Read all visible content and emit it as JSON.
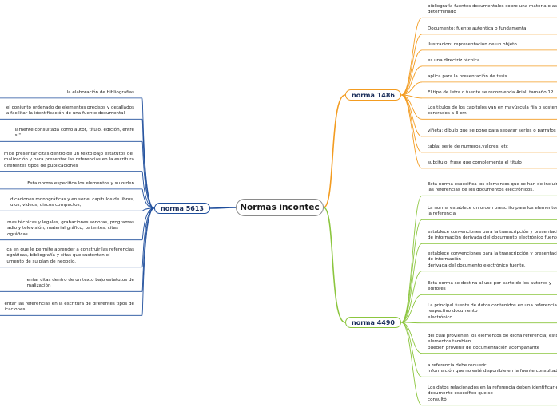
{
  "central": "Normas incontec",
  "colors": {
    "orange": "#f39c21",
    "green": "#8cc63f",
    "blue": "#1f4e9c"
  },
  "topics": {
    "n1486": {
      "label": "norma 1486",
      "items": [
        [
          "bibliografía fuentes documentales sobre una materia o as",
          "determinado"
        ],
        [
          "Documento: fuente autentica o fundamental"
        ],
        [
          "Ilustracion: representacion de un objeto"
        ],
        [
          "es una directriz técnica"
        ],
        [
          "aplica para la presentación de tesis"
        ],
        [
          "El tipo de letra o fuente se recomienda Arial, tamaño 12. ✓"
        ],
        [
          "Los títulos de los capítulos van en mayúscula fija o sostenid",
          "centrados a 3 cm."
        ],
        [
          "viñeta: dibujo que se pone para separar series o parrafos"
        ],
        [
          "tabla: serie de numeros,valores, etc"
        ],
        [
          "subtitulo: frase que complementa el titulo"
        ]
      ]
    },
    "n4490": {
      "label": "norma 4490",
      "items": [
        [
          "Esta norma especifica los elementos que se han de incluir e",
          "las referencias de los documentos electrónicos."
        ],
        [
          "La norma establece un orden prescrito para los elementos d",
          "la referencia"
        ],
        [
          "establece convenciones para la transcripción y presentació",
          "de información derivada del documento electrónico fuente"
        ],
        [
          "establece convenciones para la transcripción y presentació",
          "de información",
          "derivada del documento electrónico fuente."
        ],
        [
          "Esta norma se destina al uso por parte de los autores y",
          "editores"
        ],
        [
          "La principal fuente de datos contenidos en una referencia e",
          "respectivo documento",
          "electrónico"
        ],
        [
          "del cual provienen los elementos de dicha referencia; estos",
          "elementos también",
          "pueden provenir de documentación acompañante"
        ],
        [
          "a referencia debe requerir",
          "información que no esté disponible en la fuente consultada"
        ],
        [
          "Los datos relacionados en la referencia deben identificar e",
          "documento específico que se",
          "consultó"
        ]
      ]
    },
    "n5613": {
      "label": "norma 5613",
      "items": [
        [
          "la elaboración de bibliografías"
        ],
        [
          "el conjunto ordenado de elementos precisos y detallados",
          "a facilitar la identificación de una fuente documental"
        ],
        [
          "iamente consultada como autor, título, edición, entre",
          "s.\""
        ],
        [
          "mite presentar citas dentro de un texto bajo estatutos de",
          "malización y para presentar las referencias en la escritura",
          "diferentes tipos de publicaciones"
        ],
        [
          "Esta norma especifica los elementos y su orden"
        ],
        [
          "dicaciones monográficas y en serie, capítulos de libros,",
          "ulos, videos, discos compactos,"
        ],
        [
          "mas técnicas y legales, grabaciones sonoras, programas",
          "adio y televisión, material gráfico, patentes, citas",
          "ográficas"
        ],
        [
          "ca en que le permite aprender a construir las referencias",
          "ográficas, bibliografía y citas que sustentan el",
          "umento de su plan de negocio."
        ],
        [
          "entar citas dentro de un texto bajo estatutos de",
          "malización"
        ],
        [
          "entar las referencias en la escritura de diferentes tipos de",
          "icaciones."
        ]
      ]
    }
  }
}
